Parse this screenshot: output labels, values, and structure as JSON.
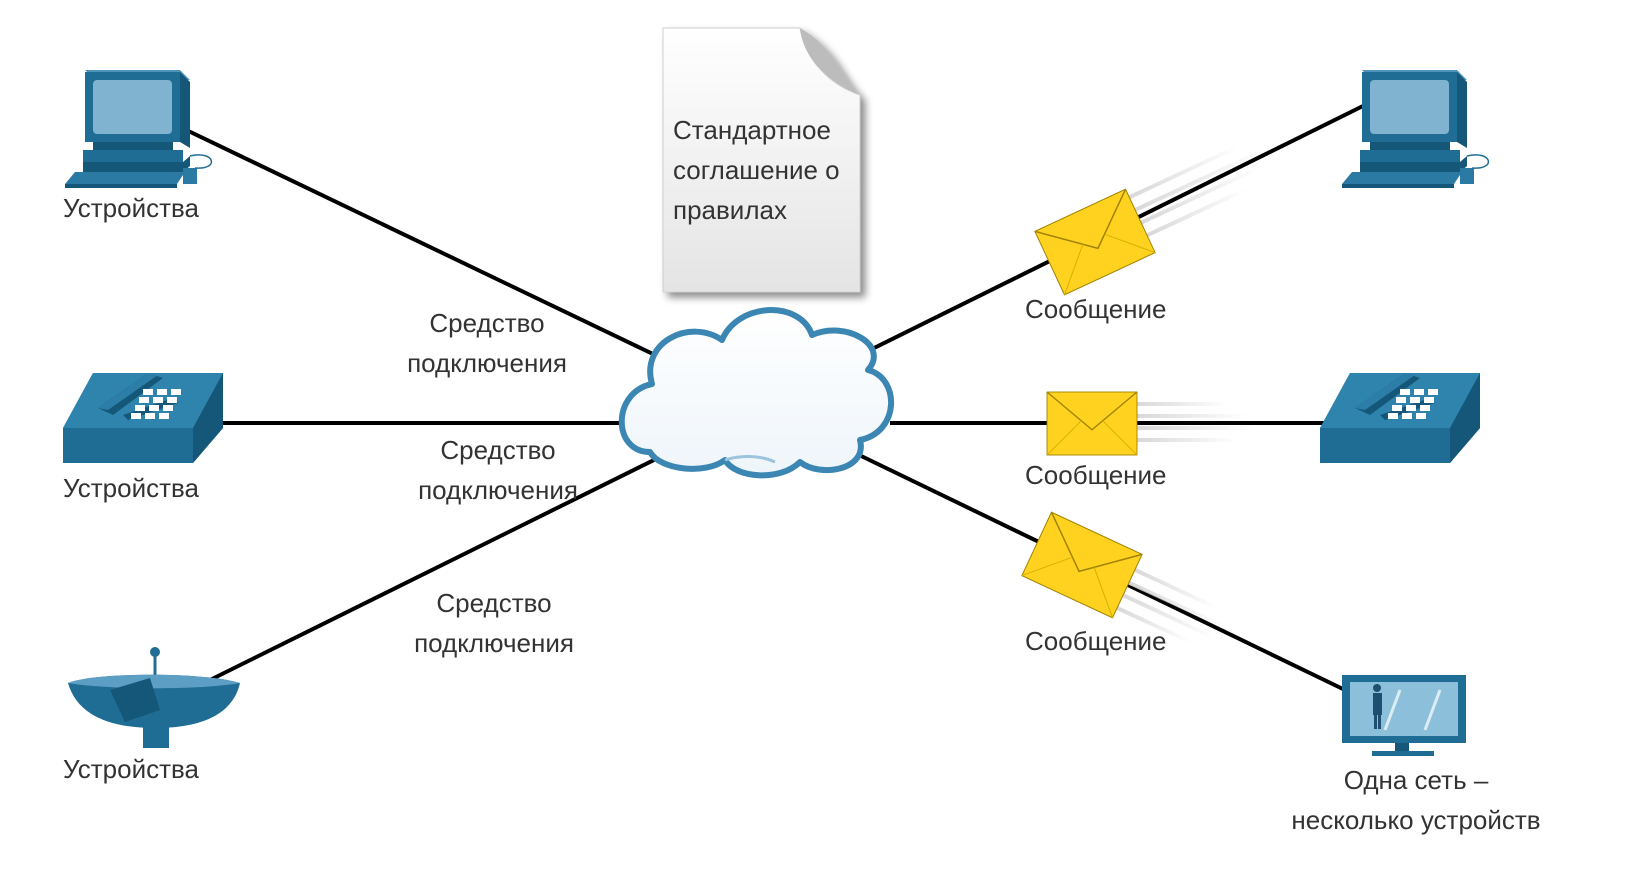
{
  "document": {
    "lines": [
      "Стандартное",
      "соглашение о",
      "правилах"
    ]
  },
  "left": {
    "devices": [
      {
        "label": "Устройства",
        "icon": "computer-icon"
      },
      {
        "label": "Устройства",
        "icon": "phone-icon"
      },
      {
        "label": "Устройства",
        "icon": "satellite-dish-icon"
      }
    ],
    "media": [
      {
        "lines": [
          "Средство",
          "подключения"
        ]
      },
      {
        "lines": [
          "Средство",
          "подключения"
        ]
      },
      {
        "lines": [
          "Средство",
          "подключения"
        ]
      }
    ]
  },
  "right": {
    "messages": [
      {
        "label": "Сообщение",
        "icon": "envelope-icon"
      },
      {
        "label": "Сообщение",
        "icon": "envelope-icon"
      },
      {
        "label": "Сообщение",
        "icon": "envelope-icon"
      }
    ],
    "devices": [
      {
        "icon": "computer-icon"
      },
      {
        "icon": "phone-icon"
      },
      {
        "icon": "tv-icon"
      }
    ],
    "caption": {
      "lines": [
        "Одна сеть –",
        "несколько устройств"
      ]
    }
  },
  "colors": {
    "device": "#1f6d94",
    "device_light": "#7fb3cf",
    "cloud_outline": "#3c86b3",
    "envelope": "#ffd21f",
    "line": "#000000"
  }
}
